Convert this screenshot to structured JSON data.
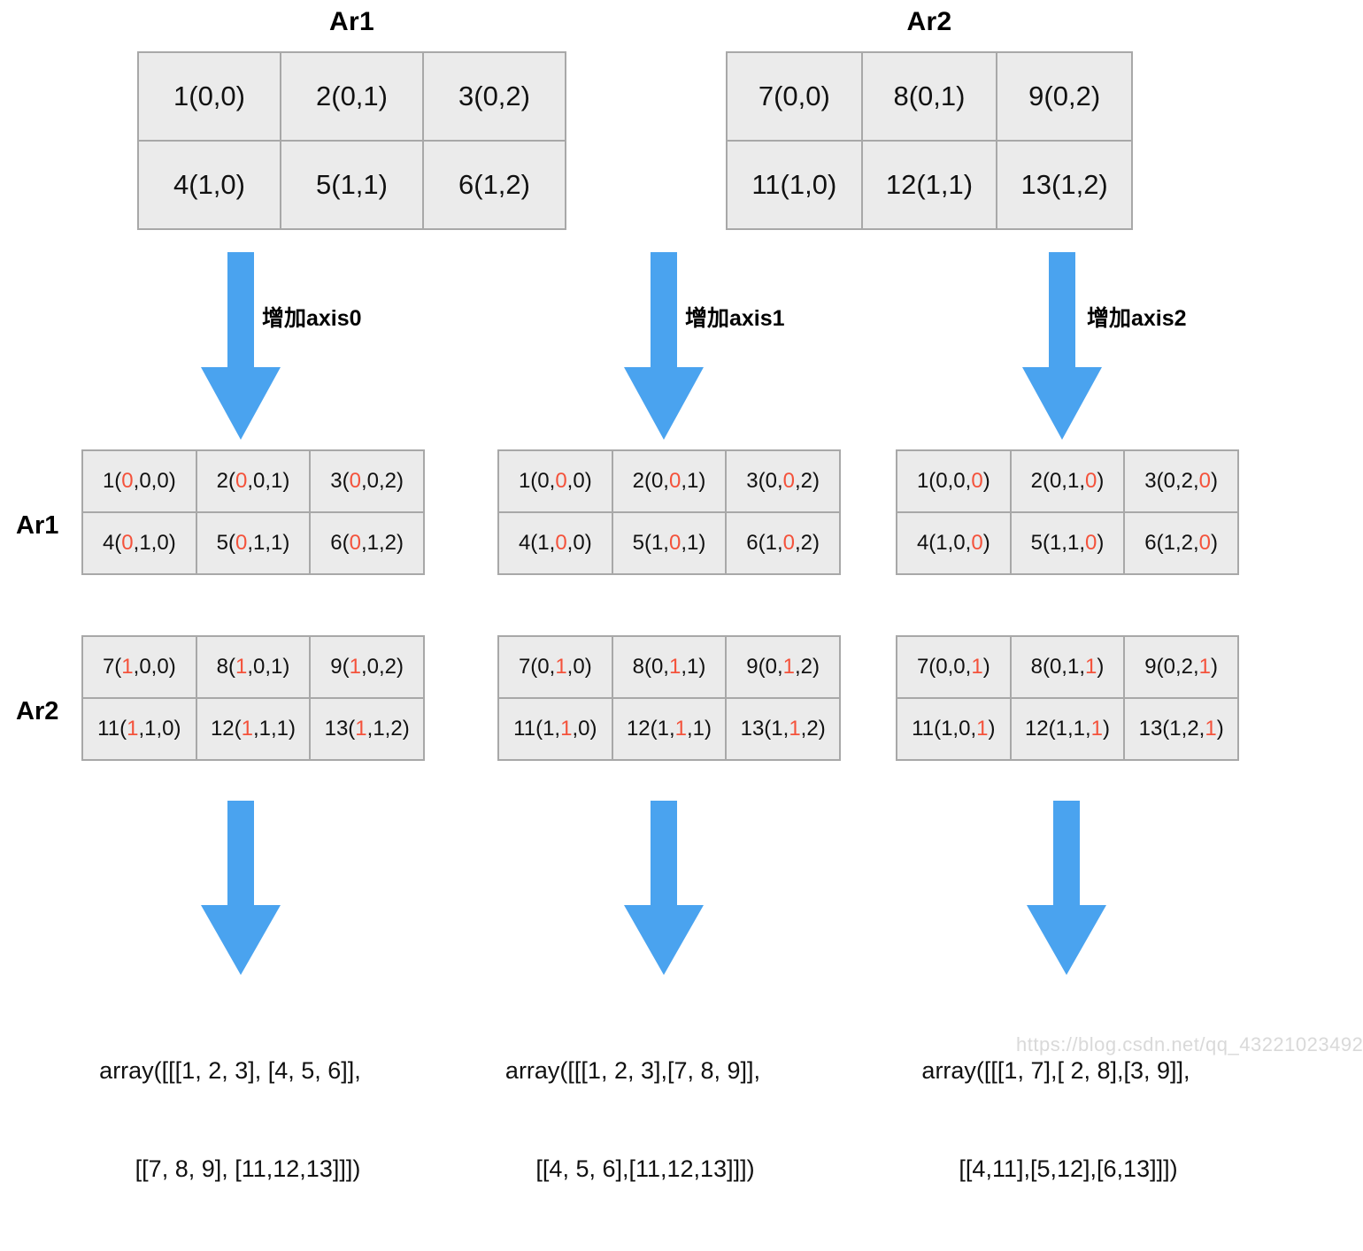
{
  "titles": {
    "ar1": "Ar1",
    "ar2": "Ar2"
  },
  "row_labels": {
    "ar1": "Ar1",
    "ar2": "Ar2"
  },
  "arrows": {
    "axis0_label": "增加axis0",
    "axis1_label": "增加axis1",
    "axis2_label": "增加axis2",
    "color": "#4aa3ef"
  },
  "colors": {
    "cell_bg": "#ebebeb",
    "cell_border": "#a8a8a8",
    "highlight": "#f4523b",
    "text": "#111111"
  },
  "source_tables": {
    "ar1": {
      "rows": [
        [
          "1(0,0)",
          "2(0,1)",
          "3(0,2)"
        ],
        [
          "4(1,0)",
          "5(1,1)",
          "6(1,2)"
        ]
      ]
    },
    "ar2": {
      "rows": [
        [
          "7(0,0)",
          "8(0,1)",
          "9(0,2)"
        ],
        [
          "11(1,0)",
          "12(1,1)",
          "13(1,2)"
        ]
      ]
    }
  },
  "columns": [
    {
      "axis": "axis0",
      "label": "增加axis0",
      "ar1": {
        "rows": [
          [
            {
              "v": "1(",
              "h": "0",
              "t": ",0,0)"
            },
            {
              "v": "2(",
              "h": "0",
              "t": ",0,1)"
            },
            {
              "v": "3(",
              "h": "0",
              "t": ",0,2)"
            }
          ],
          [
            {
              "v": "4(",
              "h": "0",
              "t": ",1,0)"
            },
            {
              "v": "5(",
              "h": "0",
              "t": ",1,1)"
            },
            {
              "v": "6(",
              "h": "0",
              "t": ",1,2)"
            }
          ]
        ]
      },
      "ar2": {
        "rows": [
          [
            {
              "v": "7(",
              "h": "1",
              "t": ",0,0)"
            },
            {
              "v": "8(",
              "h": "1",
              "t": ",0,1)"
            },
            {
              "v": "9(",
              "h": "1",
              "t": ",0,2)"
            }
          ],
          [
            {
              "v": "11(",
              "h": "1",
              "t": ",1,0)"
            },
            {
              "v": "12(",
              "h": "1",
              "t": ",1,1)"
            },
            {
              "v": "13(",
              "h": "1",
              "t": ",1,2)"
            }
          ]
        ]
      },
      "result_line1": "array([[[1, 2, 3], [4, 5, 6]],",
      "result_line2": "[[7, 8, 9], [11,12,13]]])"
    },
    {
      "axis": "axis1",
      "label": "增加axis1",
      "ar1": {
        "rows": [
          [
            {
              "v": "1(0,",
              "h": "0",
              "t": ",0)"
            },
            {
              "v": "2(0,",
              "h": "0",
              "t": ",1)"
            },
            {
              "v": "3(0,",
              "h": "0",
              "t": ",2)"
            }
          ],
          [
            {
              "v": "4(1,",
              "h": "0",
              "t": ",0)"
            },
            {
              "v": "5(1,",
              "h": "0",
              "t": ",1)"
            },
            {
              "v": "6(1,",
              "h": "0",
              "t": ",2)"
            }
          ]
        ]
      },
      "ar2": {
        "rows": [
          [
            {
              "v": "7(0,",
              "h": "1",
              "t": ",0)"
            },
            {
              "v": "8(0,",
              "h": "1",
              "t": ",1)"
            },
            {
              "v": "9(0,",
              "h": "1",
              "t": ",2)"
            }
          ],
          [
            {
              "v": "11(1,",
              "h": "1",
              "t": ",0)"
            },
            {
              "v": "12(1,",
              "h": "1",
              "t": ",1)"
            },
            {
              "v": "13(1,",
              "h": "1",
              "t": ",2)"
            }
          ]
        ]
      },
      "result_line1": "array([[[1, 2, 3],[7, 8, 9]],",
      "result_line2": "[[4, 5, 6],[11,12,13]]])"
    },
    {
      "axis": "axis2",
      "label": "增加axis2",
      "ar1": {
        "rows": [
          [
            {
              "v": "1(0,0,",
              "h": "0",
              "t": ")"
            },
            {
              "v": "2(0,1,",
              "h": "0",
              "t": ")"
            },
            {
              "v": "3(0,2,",
              "h": "0",
              "t": ")"
            }
          ],
          [
            {
              "v": "4(1,0,",
              "h": "0",
              "t": ")"
            },
            {
              "v": "5(1,1,",
              "h": "0",
              "t": ")"
            },
            {
              "v": "6(1,2,",
              "h": "0",
              "t": ")"
            }
          ]
        ]
      },
      "ar2": {
        "rows": [
          [
            {
              "v": "7(0,0,",
              "h": "1",
              "t": ")"
            },
            {
              "v": "8(0,1,",
              "h": "1",
              "t": ")"
            },
            {
              "v": "9(0,2,",
              "h": "1",
              "t": ")"
            }
          ],
          [
            {
              "v": "11(1,0,",
              "h": "1",
              "t": ")"
            },
            {
              "v": "12(1,1,",
              "h": "1",
              "t": ")"
            },
            {
              "v": "13(1,2,",
              "h": "1",
              "t": ")"
            }
          ]
        ]
      },
      "result_line1": "array([[[1, 7],[ 2, 8],[3, 9]],",
      "result_line2": "[[4,11],[5,12],[6,13]]])"
    }
  ],
  "watermark": "https://blog.csdn.net/qq_43221023492"
}
